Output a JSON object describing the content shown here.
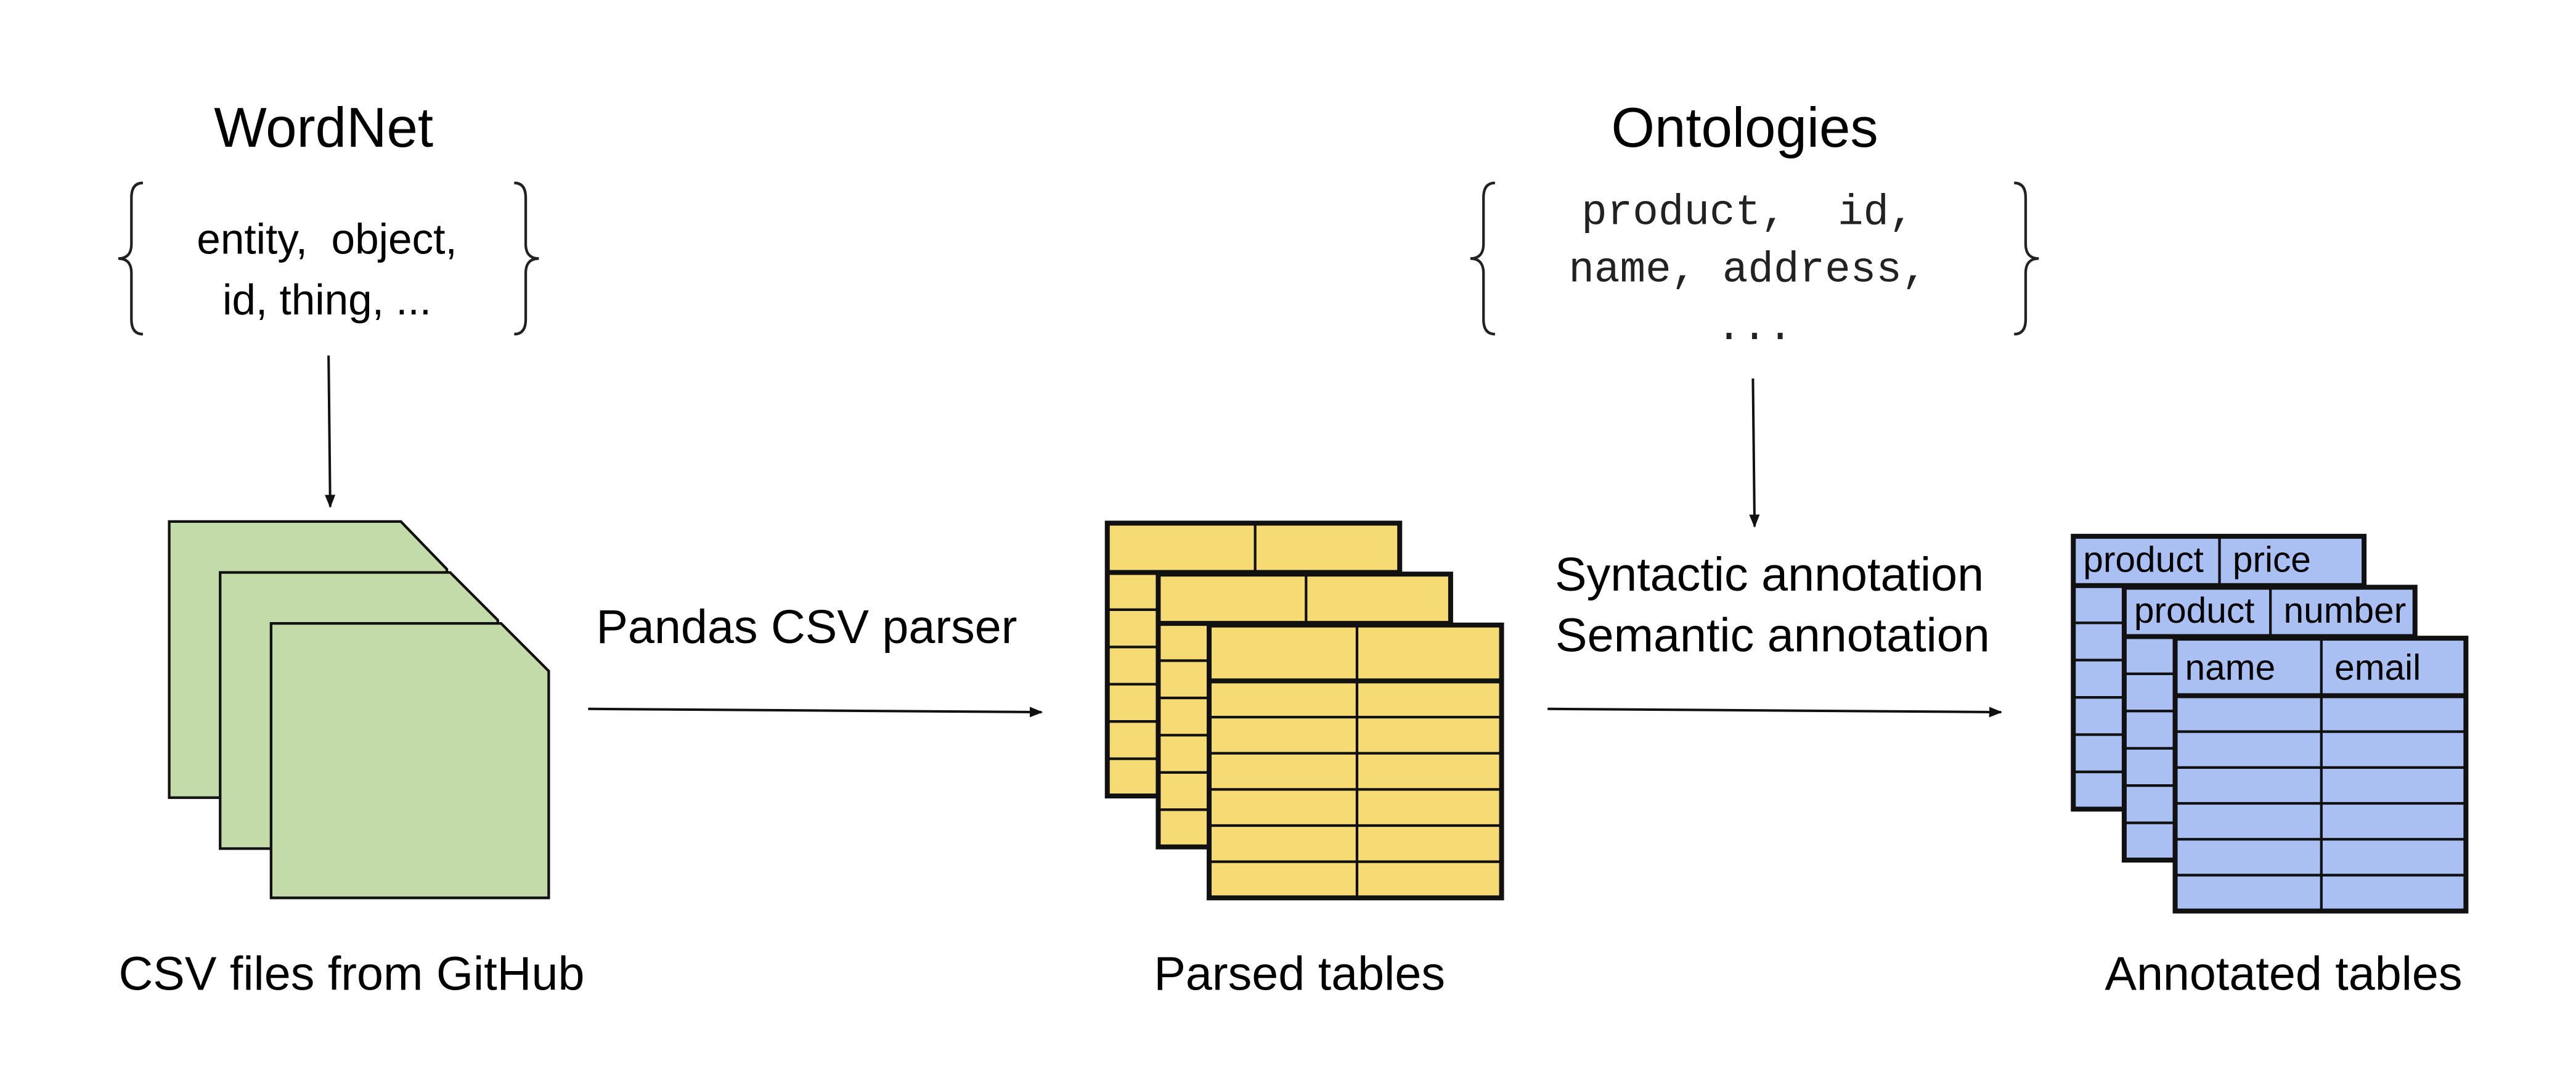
{
  "sources": {
    "wordnet": {
      "title": "WordNet",
      "lines": [
        "entity,  object,",
        "id, thing, ..."
      ]
    },
    "ontologies": {
      "title": "Ontologies",
      "lines": [
        "product,  id,",
        "name, address,",
        "..."
      ]
    }
  },
  "stages": {
    "csv_files": {
      "label": "CSV files from GitHub",
      "color": "#c3dba9"
    },
    "parsed_tables": {
      "label": "Parsed tables",
      "color": "#f6da74"
    },
    "annotated_tables": {
      "label": "Annotated tables",
      "color": "#aabff2",
      "headers": [
        [
          "product",
          "price"
        ],
        [
          "product",
          "number"
        ],
        [
          "name",
          "email"
        ]
      ]
    }
  },
  "steps": {
    "parse": {
      "label": "Pandas CSV parser"
    },
    "annotate": {
      "label_1": "Syntactic annotation",
      "label_2": "Semantic annotation"
    }
  }
}
